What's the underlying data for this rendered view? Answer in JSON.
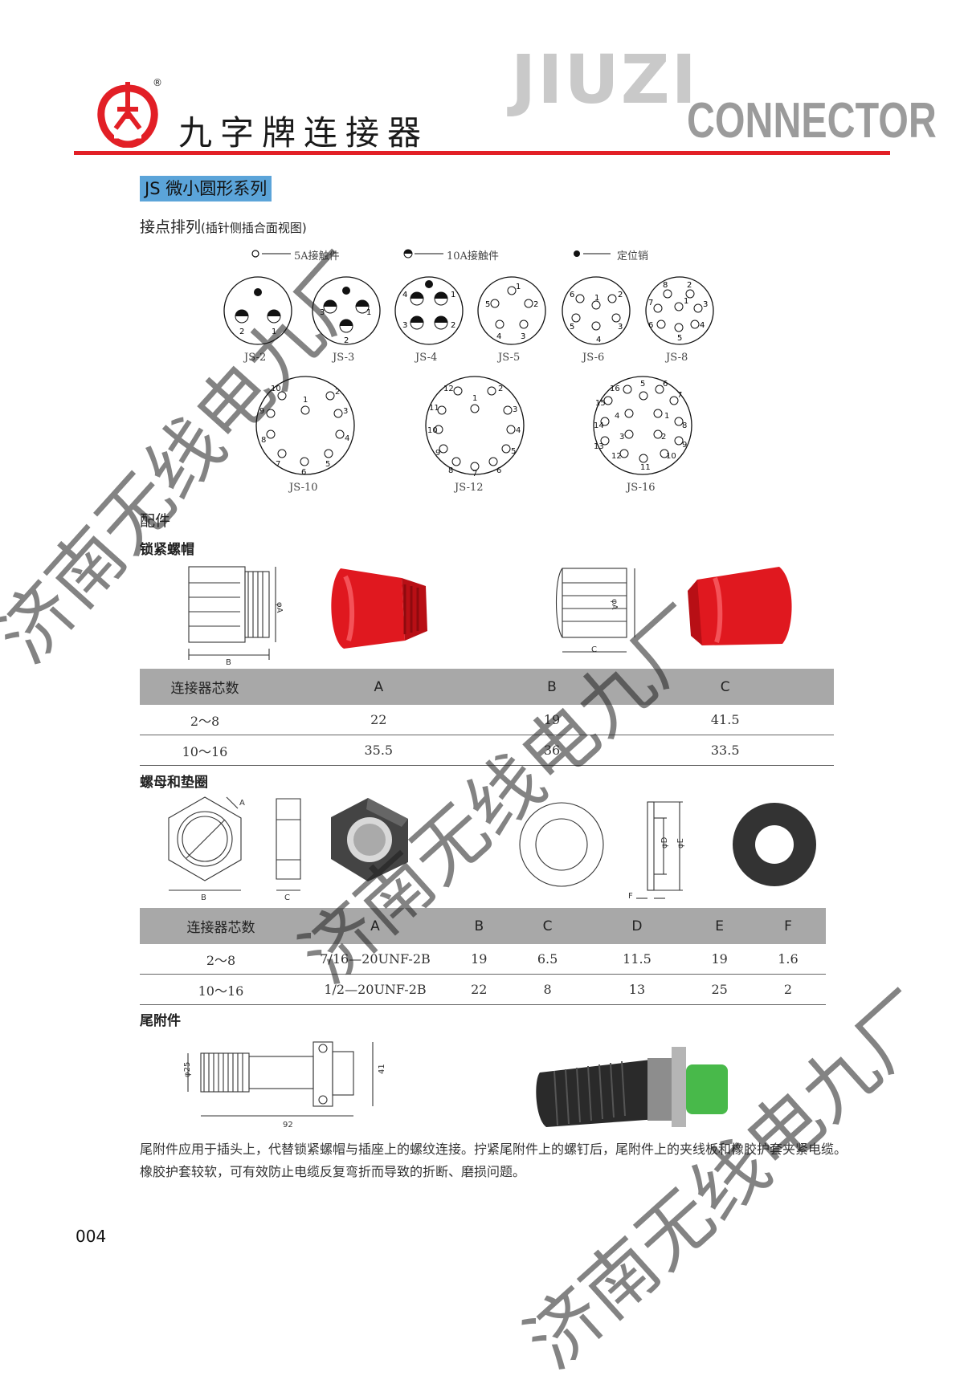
{
  "header": {
    "brand_cn": "九字牌连接器",
    "brand_en_1": "JIUZI",
    "brand_en_2": "CONNECTOR",
    "registered": "®"
  },
  "series_title": "JS 微小圆形系列",
  "pin_section": {
    "title": "接点排列",
    "subtitle": "(插针侧插合面视图)",
    "legend": [
      "5A接触件",
      "10A接触件",
      "定位销"
    ],
    "layouts": [
      "JS-2",
      "JS-3",
      "JS-4",
      "JS-5",
      "JS-6",
      "JS-8",
      "JS-10",
      "JS-12",
      "JS-16"
    ]
  },
  "accessories": {
    "title": "配件",
    "lock_nut": {
      "title": "锁紧螺帽",
      "dims": {
        "phiA": "φA",
        "B": "B",
        "C": "C"
      },
      "table": {
        "headers": [
          "连接器芯数",
          "A",
          "B",
          "C"
        ],
        "rows": [
          [
            "2～8",
            "22",
            "19",
            "41.5"
          ],
          [
            "10～16",
            "35.5",
            "36",
            "33.5"
          ]
        ]
      }
    },
    "nut_washer": {
      "title": "螺母和垫圈",
      "dims": {
        "A": "A",
        "B": "B",
        "C": "C",
        "phiD": "φD",
        "phiE": "φE",
        "F": "F"
      },
      "table": {
        "headers": [
          "连接器芯数",
          "A",
          "B",
          "C",
          "D",
          "E",
          "F"
        ],
        "rows": [
          [
            "2～8",
            "7/16—20UNF-2B",
            "19",
            "6.5",
            "11.5",
            "19",
            "1.6"
          ],
          [
            "10～16",
            "1/2—20UNF-2B",
            "22",
            "8",
            "13",
            "25",
            "2"
          ]
        ]
      }
    },
    "tail": {
      "title": "尾附件",
      "dims": {
        "phi25": "φ25",
        "d41": "41",
        "d92": "92"
      },
      "description": "尾附件应用于插头上，代替锁紧螺帽与插座上的螺纹连接。拧紧尾附件上的螺钉后，尾附件上的夹线板和橡胶护套夹紧电缆。橡胶护套较软，可有效防止电缆反复弯折而导致的折断、磨损问题。"
    }
  },
  "page_number": "004",
  "watermark": "济南无线电九厂",
  "colors": {
    "brand_red": "#e21f26",
    "series_bg": "#5ba4d9",
    "table_header": "#a8a8a8",
    "cap_red": "#e0181f"
  }
}
